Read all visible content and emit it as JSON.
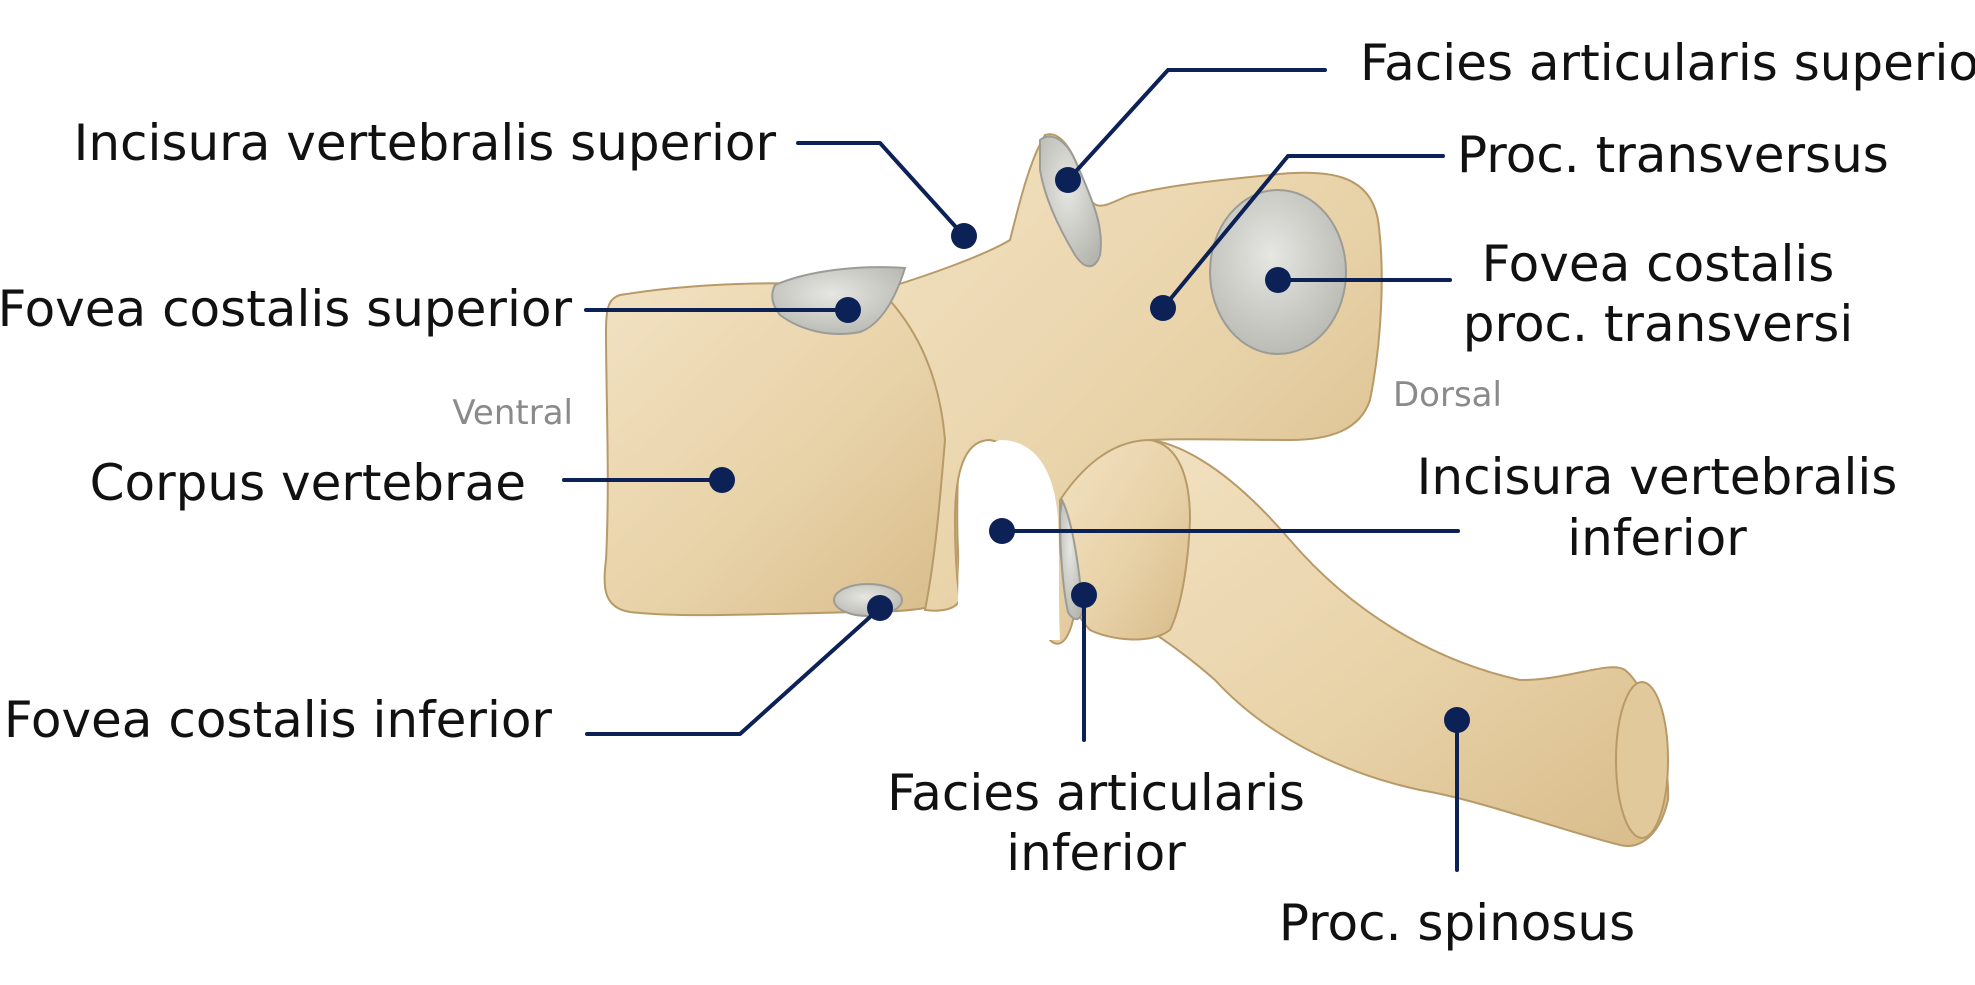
{
  "colors": {
    "bone": "#ecd8b2",
    "bone_shadow": "#cdb180",
    "bone_outline": "#b89a68",
    "cartilage": "#d6d6d2",
    "cartilage_shadow": "#a9a9a3",
    "pointer": "#0c2156",
    "label_text": "#111111",
    "orientation_text": "#8a8a8a",
    "background": "#ffffff"
  },
  "orientation": {
    "ventral": "Ventral",
    "dorsal": "Dorsal"
  },
  "labels": {
    "facies_articularis_superior": "Facies articularis superior",
    "incisura_vertebralis_superior": "Incisura vertebralis superior",
    "proc_transversus": "Proc. transversus",
    "fovea_costalis_proc_transversi_1": "Fovea costalis",
    "fovea_costalis_proc_transversi_2": "proc. transversi",
    "fovea_costalis_superior": "Fovea costalis superior",
    "corpus_vertebrae": "Corpus vertebrae",
    "incisura_vertebralis_inferior_1": "Incisura vertebralis",
    "incisura_vertebralis_inferior_2": "inferior",
    "fovea_costalis_inferior": "Fovea costalis inferior",
    "facies_articularis_inferior_1": "Facies articularis",
    "facies_articularis_inferior_2": "inferior",
    "proc_spinosus": "Proc. spinosus"
  }
}
